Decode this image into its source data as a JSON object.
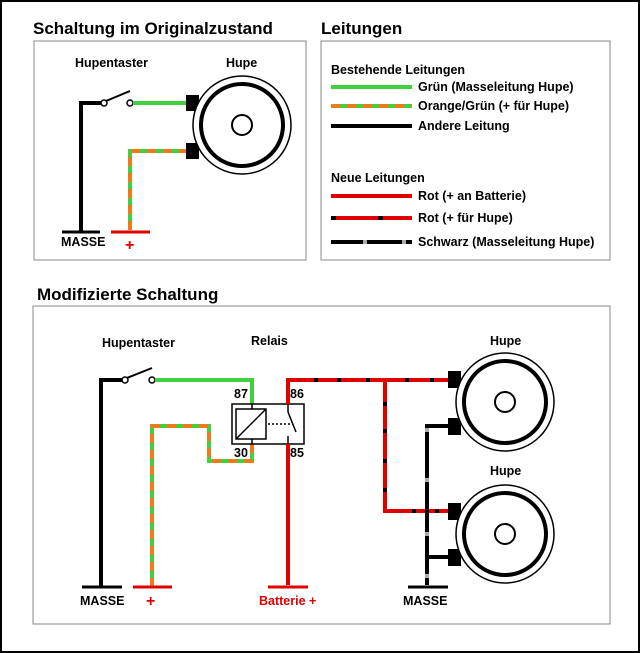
{
  "sections": {
    "original_title": "Schaltung im Originalzustand",
    "leitungen_title": "Leitungen",
    "modified_title": "Modifizierte Schaltung"
  },
  "original": {
    "switch_label": "Hupentaster",
    "horn_label": "Hupe",
    "ground_label": "MASSE",
    "plus_label": "+"
  },
  "legend": {
    "existing_heading": "Bestehende Leitungen",
    "existing": [
      {
        "label": "Grün (Masseleitung Hupe)"
      },
      {
        "label": "Orange/Grün (+ für Hupe)"
      },
      {
        "label": "Andere Leitung"
      }
    ],
    "new_heading": "Neue Leitungen",
    "new": [
      {
        "label": "Rot (+ an Batterie)"
      },
      {
        "label": "Rot (+ für Hupe)"
      },
      {
        "label": "Schwarz (Masseleitung Hupe)"
      }
    ]
  },
  "modified": {
    "switch_label": "Hupentaster",
    "relay_label": "Relais",
    "pin_87": "87",
    "pin_86": "86",
    "pin_30": "30",
    "pin_85": "85",
    "horn1_label": "Hupe",
    "horn2_label": "Hupe",
    "ground_left_label": "MASSE",
    "plus_label": "+",
    "battery_label": "Batterie +",
    "ground_right_label": "MASSE"
  },
  "colors": {
    "green": "#3fd13f",
    "orange": "#f07a1a",
    "red": "#e00000",
    "black": "#000000",
    "gray": "#aaaaaa"
  }
}
